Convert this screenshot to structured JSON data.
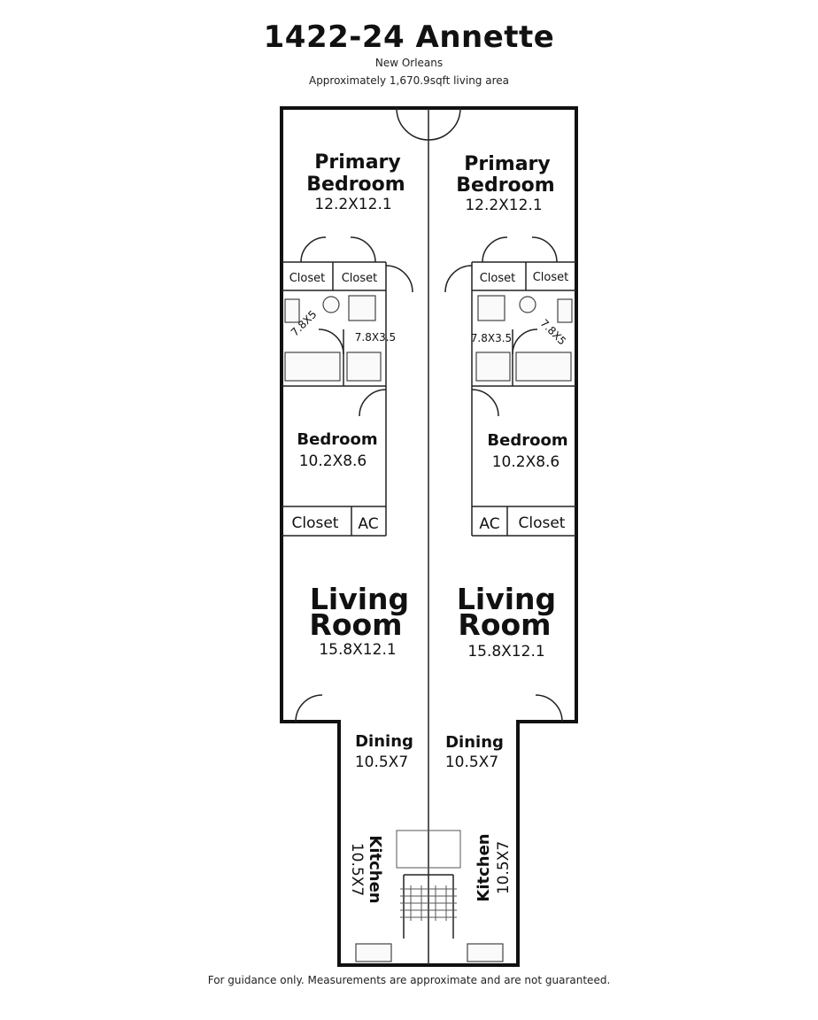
{
  "header": {
    "title": "1422-24 Annette",
    "subtitle": "New Orleans",
    "area": "Approximately 1,670.9sqft living area"
  },
  "footer": {
    "disclaimer": "For guidance only. Measurements are approximate and are not guaranteed."
  },
  "left_unit": {
    "primary_bedroom": {
      "line1": "Primary",
      "line2": "Bedroom",
      "dims": "12.2X12.1"
    },
    "closet_a": "Closet",
    "closet_b": "Closet",
    "bath_a_dims": "7.8X5",
    "bath_b_dims": "7.8X3.5",
    "bedroom": {
      "name": "Bedroom",
      "dims": "10.2X8.6"
    },
    "closet_c": "Closet",
    "ac": "AC",
    "living_room": {
      "line1": "Living",
      "line2": "Room",
      "dims": "15.8X12.1"
    },
    "dining": {
      "name": "Dining",
      "dims": "10.5X7"
    },
    "kitchen": {
      "name": "Kitchen",
      "dims": "10.5X7"
    }
  },
  "right_unit": {
    "primary_bedroom": {
      "line1": "Primary",
      "line2": "Bedroom",
      "dims": "12.2X12.1"
    },
    "closet_a": "Closet",
    "closet_b": "Closet",
    "bath_a_dims": "7.8X3.5",
    "bath_b_dims": "7.8X5",
    "bedroom": {
      "name": "Bedroom",
      "dims": "10.2X8.6"
    },
    "ac": "AC",
    "closet_c": "Closet",
    "living_room": {
      "line1": "Living",
      "line2": "Room",
      "dims": "15.8X12.1"
    },
    "dining": {
      "name": "Dining",
      "dims": "10.5X7"
    },
    "kitchen": {
      "name": "Kitchen",
      "dims": "10.5X7"
    }
  }
}
